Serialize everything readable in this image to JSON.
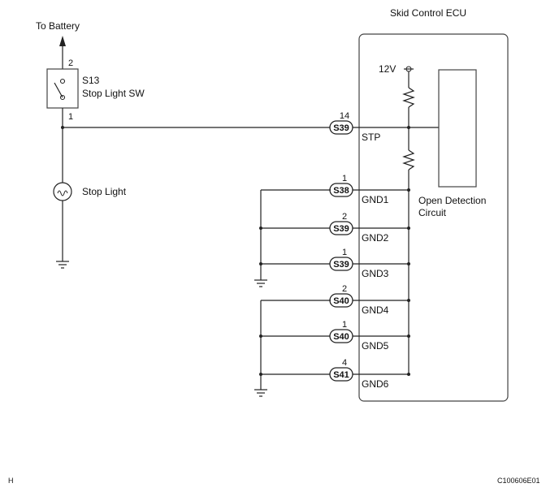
{
  "labels": {
    "battery": "To Battery",
    "ecu": "Skid Control ECU",
    "switch_id": "S13",
    "switch_name": "Stop Light SW",
    "switch_pin_top": "2",
    "switch_pin_bottom": "1",
    "lamp": "Stop Light",
    "supply": "12V",
    "detect_line1": "Open Detection",
    "detect_line2": "Circuit",
    "corner_left": "H",
    "corner_right": "C100606E01"
  },
  "connectors": [
    {
      "pin": "14",
      "conn": "S39",
      "signal": "STP"
    },
    {
      "pin": "1",
      "conn": "S38",
      "signal": "GND1"
    },
    {
      "pin": "2",
      "conn": "S39",
      "signal": "GND2"
    },
    {
      "pin": "1",
      "conn": "S39",
      "signal": "GND3"
    },
    {
      "pin": "2",
      "conn": "S40",
      "signal": "GND4"
    },
    {
      "pin": "1",
      "conn": "S40",
      "signal": "GND5"
    },
    {
      "pin": "4",
      "conn": "S41",
      "signal": "GND6"
    }
  ]
}
